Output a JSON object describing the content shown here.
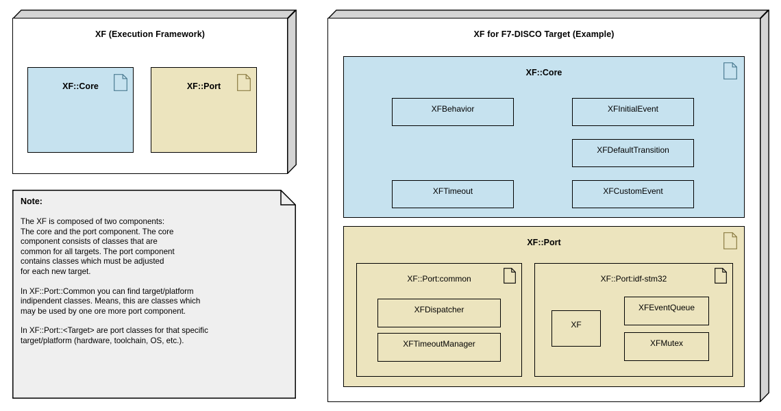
{
  "diagram": {
    "title": "XF Execution Framework Component Diagram",
    "colors": {
      "core_fill": "#c6e2ef",
      "port_fill": "#ece4be",
      "note_fill": "#efefef",
      "box_fill": "#ffffff",
      "lid_fill": "#d4d4d4",
      "stroke": "#000000",
      "core_icon_stroke": "#4a7b91",
      "port_icon_stroke": "#8a7b42"
    }
  },
  "left_package": {
    "title": "XF (Execution Framework)",
    "components": [
      {
        "label": "XF::Core",
        "icon": "component-doc-icon",
        "fill": "core_fill"
      },
      {
        "label": "XF::Port",
        "icon": "component-doc-icon",
        "fill": "port_fill"
      }
    ]
  },
  "note": {
    "heading": "Note:",
    "paragraphs": [
      "The XF is composed of two components:\nThe core and the port component. The core\ncomponent consists of classes that are\ncommon for all targets. The port component\ncontains classes which must be adjusted\nfor each new target.",
      "In XF::Port::Common you can find target/platform\nindipendent classes. Means, this are classes which\nmay be used by one ore more port component.",
      "In XF::Port::<Target> are port classes for that specific\ntarget/platform (hardware, toolchain, OS, etc.)."
    ]
  },
  "right_package": {
    "title": "XF for F7-DISCO Target (Example)",
    "core": {
      "label": "XF::Core",
      "icon": "component-doc-icon",
      "classes": [
        {
          "label": "XFBehavior"
        },
        {
          "label": "XFInitialEvent"
        },
        {
          "label": "XFDefaultTransition"
        },
        {
          "label": "XFTimeout"
        },
        {
          "label": "XFCustomEvent"
        }
      ]
    },
    "port": {
      "label": "XF::Port",
      "icon": "component-doc-icon",
      "subcomponents": [
        {
          "label": "XF::Port:common",
          "icon": "component-doc-icon",
          "classes": [
            {
              "label": "XFDispatcher"
            },
            {
              "label": "XFTimeoutManager"
            }
          ]
        },
        {
          "label": "XF::Port:idf-stm32",
          "icon": "component-doc-icon",
          "classes": [
            {
              "label": "XF"
            },
            {
              "label": "XFEventQueue"
            },
            {
              "label": "XFMutex"
            }
          ]
        }
      ]
    }
  }
}
